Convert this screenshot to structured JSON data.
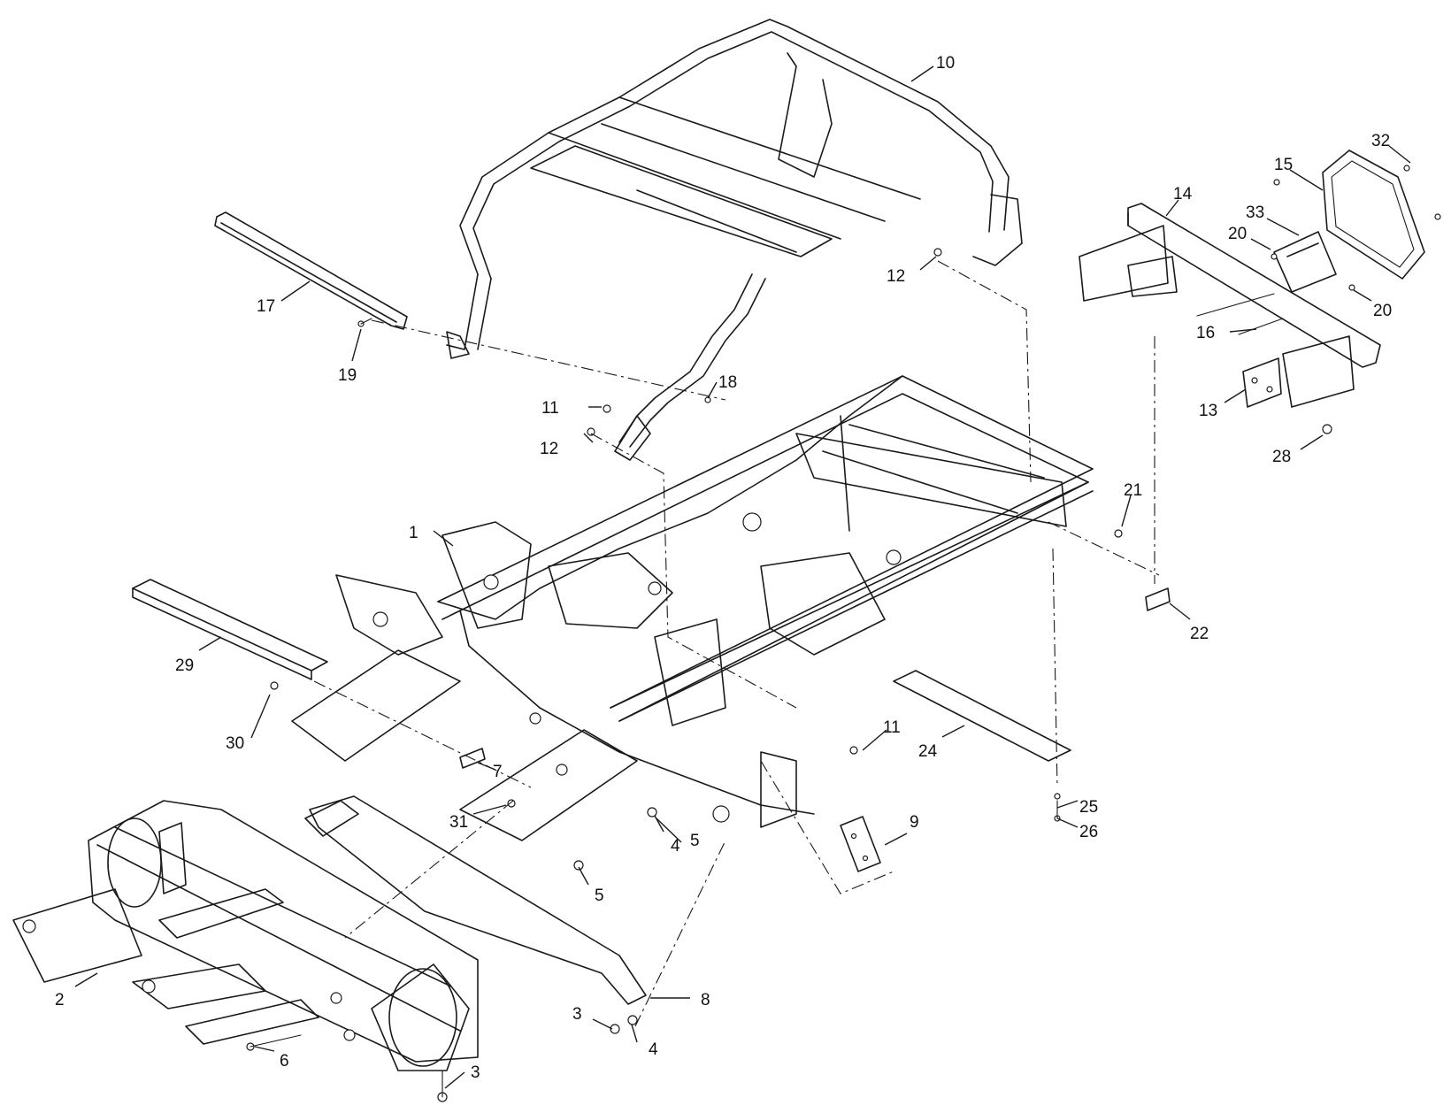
{
  "callouts": [
    {
      "id": "c1",
      "text": "1"
    },
    {
      "id": "c2",
      "text": "2"
    },
    {
      "id": "c3a",
      "text": "3"
    },
    {
      "id": "c3b",
      "text": "3"
    },
    {
      "id": "c4a",
      "text": "4"
    },
    {
      "id": "c4b",
      "text": "4"
    },
    {
      "id": "c5a",
      "text": "5"
    },
    {
      "id": "c5b",
      "text": "5"
    },
    {
      "id": "c6",
      "text": "6"
    },
    {
      "id": "c7",
      "text": "7"
    },
    {
      "id": "c8",
      "text": "8"
    },
    {
      "id": "c9",
      "text": "9"
    },
    {
      "id": "c10",
      "text": "10"
    },
    {
      "id": "c11a",
      "text": "11"
    },
    {
      "id": "c11b",
      "text": "11"
    },
    {
      "id": "c12a",
      "text": "12"
    },
    {
      "id": "c12b",
      "text": "12"
    },
    {
      "id": "c13",
      "text": "13"
    },
    {
      "id": "c14",
      "text": "14"
    },
    {
      "id": "c15",
      "text": "15"
    },
    {
      "id": "c16",
      "text": "16"
    },
    {
      "id": "c17",
      "text": "17"
    },
    {
      "id": "c18",
      "text": "18"
    },
    {
      "id": "c19",
      "text": "19"
    },
    {
      "id": "c20a",
      "text": "20"
    },
    {
      "id": "c20b",
      "text": "20"
    },
    {
      "id": "c21",
      "text": "21"
    },
    {
      "id": "c22",
      "text": "22"
    },
    {
      "id": "c24",
      "text": "24"
    },
    {
      "id": "c25",
      "text": "25"
    },
    {
      "id": "c26",
      "text": "26"
    },
    {
      "id": "c28",
      "text": "28"
    },
    {
      "id": "c29",
      "text": "29"
    },
    {
      "id": "c30",
      "text": "30"
    },
    {
      "id": "c31",
      "text": "31"
    },
    {
      "id": "c32",
      "text": "32"
    },
    {
      "id": "c33",
      "text": "33"
    }
  ]
}
